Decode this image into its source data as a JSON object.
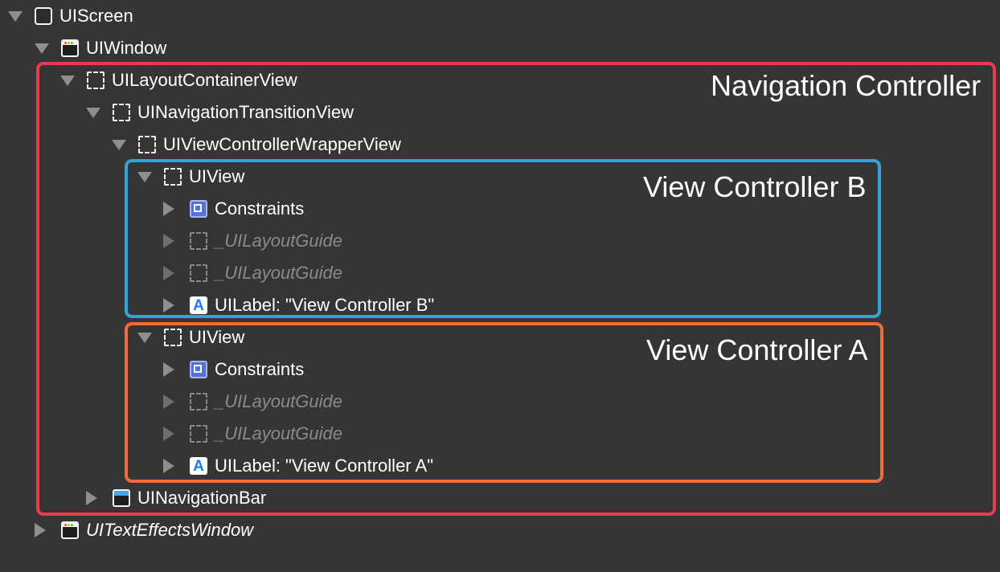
{
  "tree": [
    {
      "label": "UIScreen"
    },
    {
      "label": "UIWindow"
    },
    {
      "label": "UILayoutContainerView"
    },
    {
      "label": "UINavigationTransitionView"
    },
    {
      "label": "UIViewControllerWrapperView"
    },
    {
      "label": "UIView"
    },
    {
      "label": "Constraints"
    },
    {
      "label": "_UILayoutGuide"
    },
    {
      "label": "_UILayoutGuide"
    },
    {
      "label": "UILabel: \"View Controller B\""
    },
    {
      "label": "UIView"
    },
    {
      "label": "Constraints"
    },
    {
      "label": "_UILayoutGuide"
    },
    {
      "label": "_UILayoutGuide"
    },
    {
      "label": "UILabel: \"View Controller A\""
    },
    {
      "label": "UINavigationBar"
    },
    {
      "label": "UITextEffectsWindow"
    }
  ],
  "annotations": {
    "navigation_controller": "Navigation Controller",
    "view_controller_b": "View Controller B",
    "view_controller_a": "View Controller A"
  },
  "icons": {
    "label_glyph": "A"
  },
  "colors": {
    "background": "#353535",
    "navigation_controller_box": "#e83b4d",
    "view_controller_b_box": "#2ea7d6",
    "view_controller_a_box": "#f06a3c",
    "constraints_icon": "#5572d8",
    "label_icon_letter": "#1a7cf0"
  }
}
